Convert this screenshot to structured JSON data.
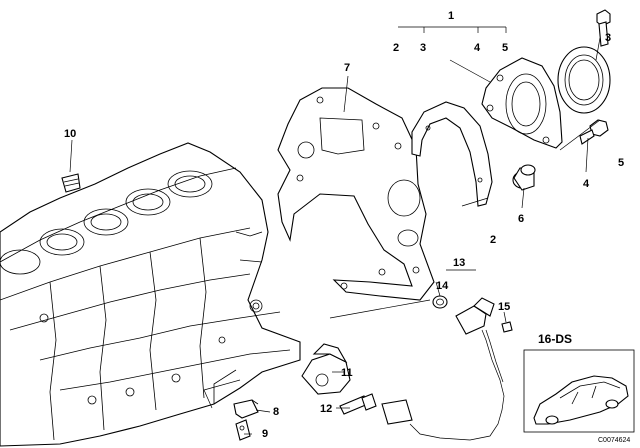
{
  "callouts": {
    "n1": "1",
    "n2a": "2",
    "n3a": "3",
    "n4a": "4",
    "n5a": "5",
    "n3b": "3",
    "n7": "7",
    "n10": "10",
    "n5b": "5",
    "n4b": "4",
    "n6": "6",
    "n2b": "2",
    "n13": "13",
    "n14": "14",
    "n15": "15",
    "n11": "11",
    "n8": "8",
    "n12": "12",
    "n9": "9"
  },
  "diagram_code": "16-DS",
  "document_id": "C0074624"
}
